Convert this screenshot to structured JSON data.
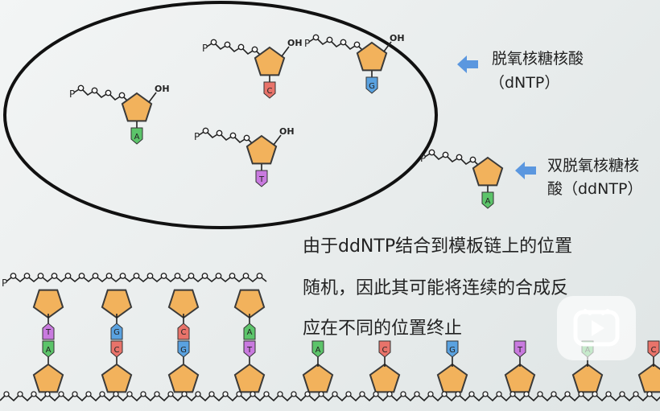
{
  "labels": {
    "dntp_name": "脱氧核糖核酸",
    "dntp_abbr": "（dNTP）",
    "ddntp_name_1": "双脱氧核糖核",
    "ddntp_name_2": "酸（ddNTP）",
    "description": [
      "由于ddNTP结合到模板链上的位置",
      "随机，因此其可能将连续的合成反",
      "应在不同的位置终止"
    ]
  },
  "molecule": {
    "phosphate": "P",
    "hydroxyl": "OH"
  },
  "dntps_in_ellipse": [
    "A",
    "C",
    "G",
    "T"
  ],
  "ddntp_base": "A",
  "duplex_pairs": [
    [
      "T",
      "A"
    ],
    [
      "G",
      "C"
    ],
    [
      "C",
      "G"
    ],
    [
      "A",
      "T"
    ]
  ],
  "terminated_bases": [
    "A",
    "C",
    "G",
    "T",
    "A",
    "C"
  ],
  "colors": {
    "A": "#5cc46a",
    "C": "#e8736a",
    "G": "#5aa2e0",
    "T": "#c97adf",
    "sugar": "#f2b25c",
    "sugar_stroke": "#3a3a3a",
    "arrow": "#5b97df"
  }
}
